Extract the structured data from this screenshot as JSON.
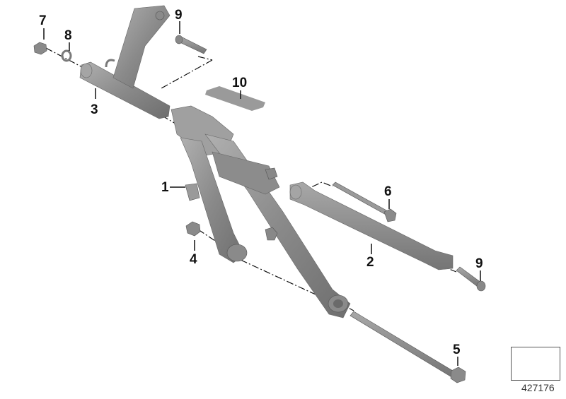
{
  "diagram": {
    "type": "exploded-parts-diagram",
    "subject": "Front frame / subframe assembly",
    "diagram_number": "427176",
    "colors": {
      "part_fill": "#8e8e8e",
      "part_light": "#b5b5b5",
      "part_dark": "#6a6a6a",
      "line": "#111111",
      "plate": "#9a9a9a"
    },
    "callouts": [
      {
        "id": "c7",
        "number": "7",
        "part": "hex-nut"
      },
      {
        "id": "c8",
        "number": "8",
        "part": "washer"
      },
      {
        "id": "c3",
        "number": "3",
        "part": "upper-bracket"
      },
      {
        "id": "c9a",
        "number": "9",
        "part": "cap-screw"
      },
      {
        "id": "c10",
        "number": "10",
        "part": "label-plate"
      },
      {
        "id": "c1",
        "number": "1",
        "part": "front-frame"
      },
      {
        "id": "c4",
        "number": "4",
        "part": "hex-nut"
      },
      {
        "id": "c6",
        "number": "6",
        "part": "long-bolt"
      },
      {
        "id": "c2",
        "number": "2",
        "part": "side-strut"
      },
      {
        "id": "c9b",
        "number": "9",
        "part": "cap-screw"
      },
      {
        "id": "c5",
        "number": "5",
        "part": "long-bolt"
      }
    ],
    "navigation_icon": "arrow-back-icon"
  }
}
